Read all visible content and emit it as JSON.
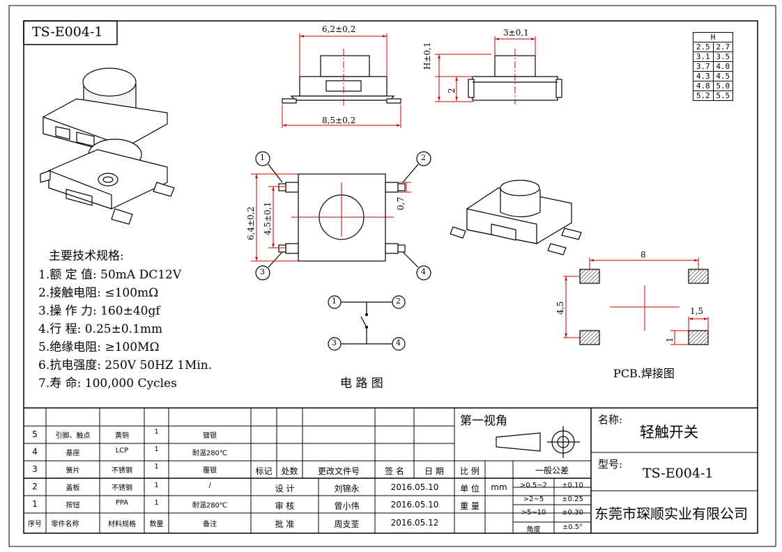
{
  "part_code": "TS-E004-1",
  "dimensions": {
    "top_width": "6,2±0,2",
    "bottom_width": "8,5±0,2",
    "side_width": "3±0,1",
    "side_h": "H±0,1",
    "side_base": "2",
    "front_height": "6,4±0,2",
    "front_inner": "4,5±0,1",
    "front_pin": "0,7",
    "pcb_span": "8",
    "pcb_vertical": "4,5",
    "pcb_pad_w": "1,5",
    "pcb_pad_h": "1"
  },
  "pins": [
    "1",
    "2",
    "3",
    "4"
  ],
  "h_table": {
    "header": "H",
    "rows": [
      [
        "2.5",
        "2.7"
      ],
      [
        "3.1",
        "3.5"
      ],
      [
        "3.7",
        "4.0"
      ],
      [
        "4.3",
        "4.5"
      ],
      [
        "4.8",
        "5.0"
      ],
      [
        "5.2",
        "5.5"
      ]
    ]
  },
  "specs": {
    "title": "主要技术规格:",
    "items": [
      "1.额 定 值: 50mA DC12V",
      "2.接触电阻: ≤100mΩ",
      "3.操 作 力: 160±40gf",
      "4.行    程: 0.25±0.1mm",
      "5.绝缘电阻: ≥100MΩ",
      "6.抗电强度: 250V 50HZ 1Min.",
      "7.寿    命: 100,000 Cycles"
    ]
  },
  "circuit_label": "电 路 图",
  "pcb_label": "PCB.焊接图",
  "parts_table": {
    "headers": [
      "序号",
      "零件名称",
      "材料规格",
      "数量",
      "备注"
    ],
    "rows": [
      [
        "5",
        "引脚、触点",
        "黄铜",
        "1",
        "镀银"
      ],
      [
        "4",
        "基座",
        "LCP",
        "1",
        "耐温280℃"
      ],
      [
        "3",
        "簧片",
        "不锈钢",
        "1",
        "覆银"
      ],
      [
        "2",
        "盖板",
        "不锈钢",
        "1",
        "/"
      ],
      [
        "1",
        "按钮",
        "PPA",
        "1",
        "耐温280℃"
      ]
    ]
  },
  "revision": {
    "headers": [
      "标记",
      "处数",
      "更改文件号",
      "签 名",
      "日 期"
    ],
    "design_label": "设 计",
    "designer": "刘锦永",
    "design_date": "2016.05.10",
    "review_label": "审 核",
    "reviewer": "曾小伟",
    "review_date": "2016.05.10",
    "approve_label": "批 准",
    "approver": "周支荃",
    "approve_date": "2016.05.12"
  },
  "projection": {
    "title": "第一视角",
    "scale_label": "比 例",
    "unit_label": "单 位",
    "unit_value": "mm",
    "weight_label": "重 量"
  },
  "tolerance": {
    "title": "一般公差",
    "rows": [
      [
        ">0.5~2",
        "±0.10"
      ],
      [
        ">2~5",
        "±0.25"
      ],
      [
        ">5~10",
        "±0.30"
      ],
      [
        "角度",
        "±0.5°"
      ]
    ]
  },
  "title_block": {
    "name_label": "名称:",
    "name_value": "轻触开关",
    "model_label": "型号:",
    "model_value": "TS-E004-1",
    "company": "东莞市琛顺实业有限公司"
  }
}
